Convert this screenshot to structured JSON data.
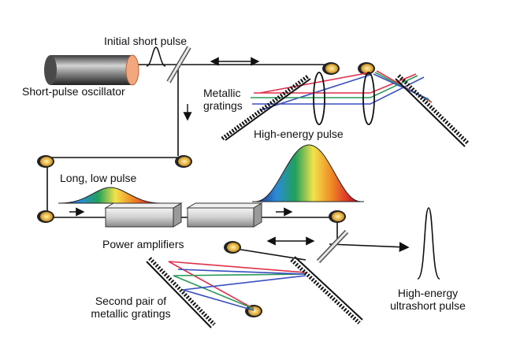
{
  "labels": {
    "initial_short_pulse": "Initial short pulse",
    "oscillator": "Short-pulse oscillator",
    "metallic_gratings": "Metallic gratings",
    "high_energy_pulse": "High-energy pulse",
    "long_low_pulse": "Long, low pulse",
    "power_amplifiers": "Power amplifiers",
    "second_pair": "Second pair of metallic gratings",
    "output_pulse": "High-energy ultrashort pulse"
  },
  "colors": {
    "ray_red": "#e0304a",
    "ray_blue": "#3a4fc0",
    "ray_green": "#2a9a5a",
    "mirror_gold": "#d9a43a",
    "oscillator_tip": "#f3a77e"
  },
  "icons": {
    "mirror": "gold-disc-mirror-icon",
    "grating": "sawtooth-grating-icon",
    "lens": "ellipse-lens-icon",
    "amplifier": "rod-amplifier-icon",
    "pulse": "gaussian-pulse-icon"
  }
}
